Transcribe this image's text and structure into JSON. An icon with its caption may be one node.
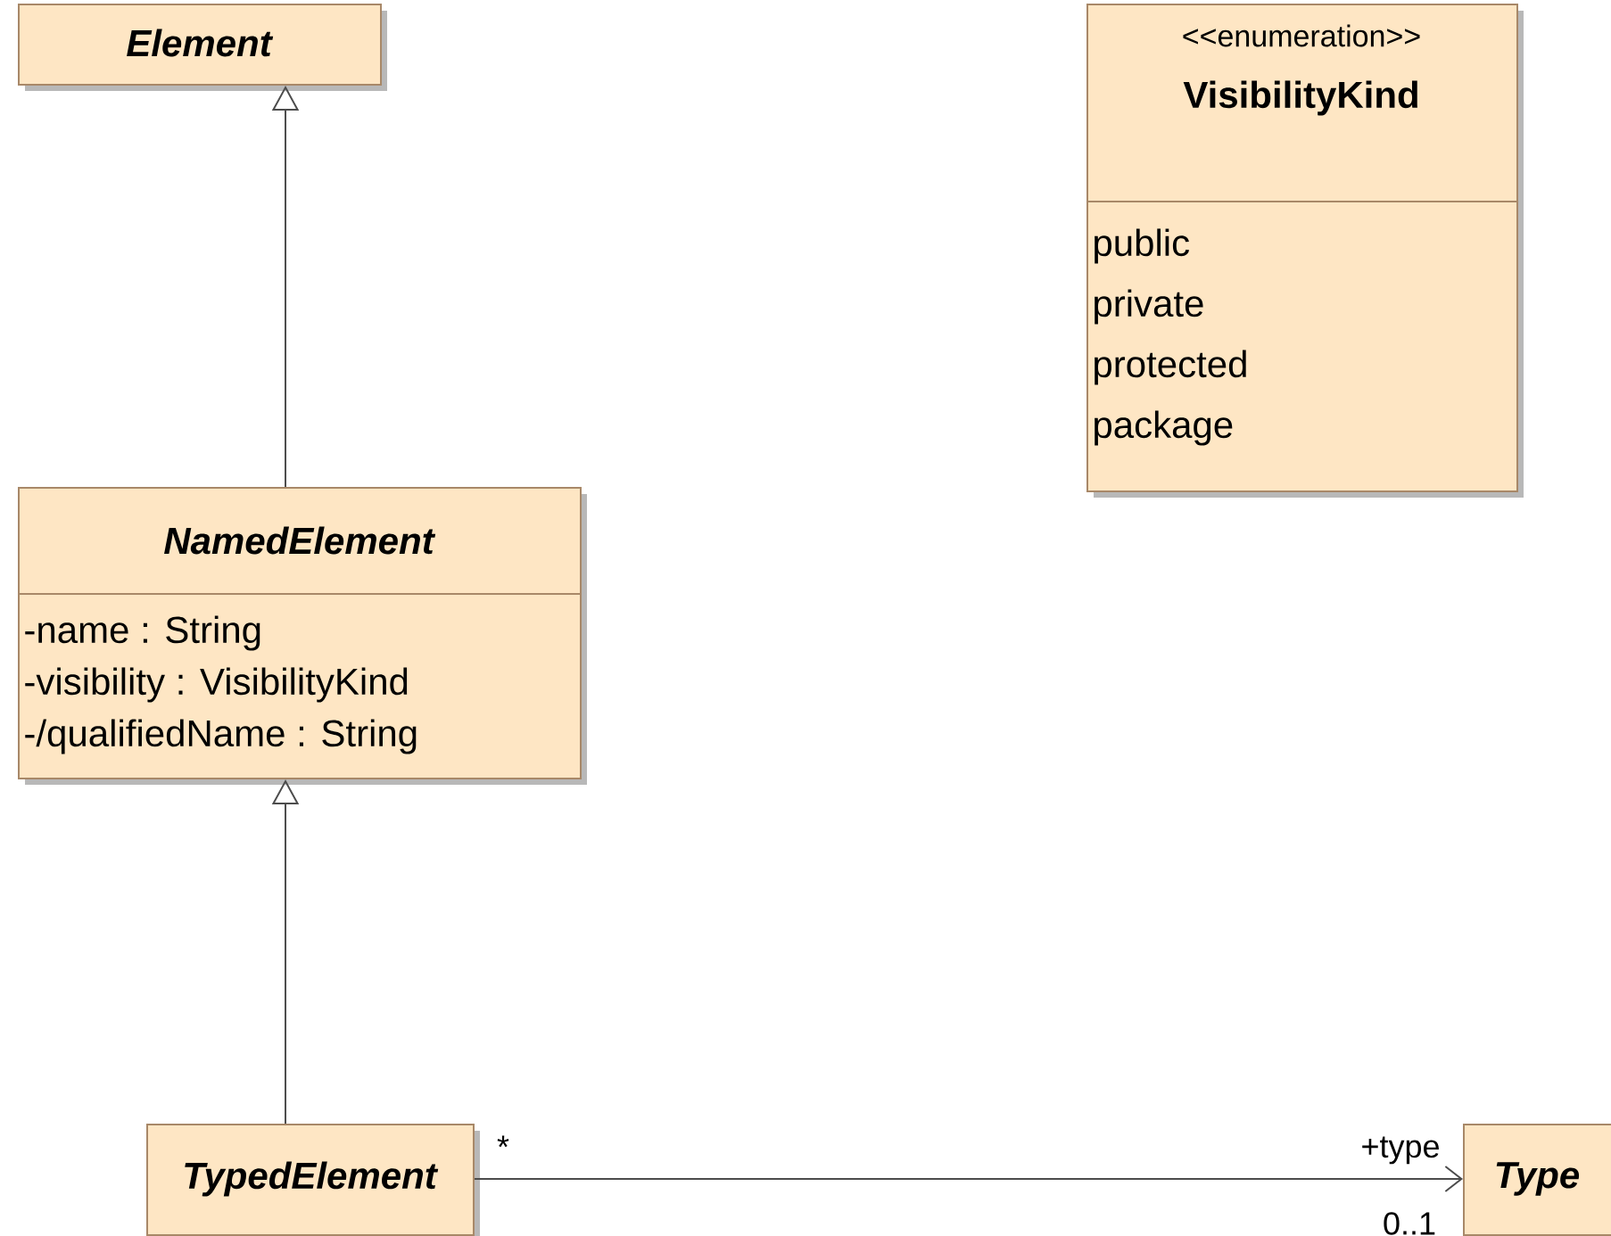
{
  "diagram": {
    "nodes": [
      {
        "text": [
          "Element"
        ]
      },
      {
        "text": [
          "<<enumeration>>",
          "VisibilityKind",
          "public",
          "private",
          "protected",
          "package"
        ]
      },
      {
        "text": [
          "NamedElement",
          "-name : String",
          "-visibility : VisibilityKind",
          "-/qualifiedName : String"
        ]
      },
      {
        "text": [
          "TypedElement"
        ]
      },
      {
        "text": [
          "Type"
        ]
      }
    ],
    "edges": [
      {
        "from": 2,
        "to": 0,
        "arrow": "to"
      },
      {
        "from": 3,
        "to": 2,
        "arrow": "to"
      },
      {
        "from": 3,
        "to": 4,
        "arrow": "to",
        "label": "+type"
      }
    ],
    "labels": [
      "*",
      "0..1"
    ]
  }
}
